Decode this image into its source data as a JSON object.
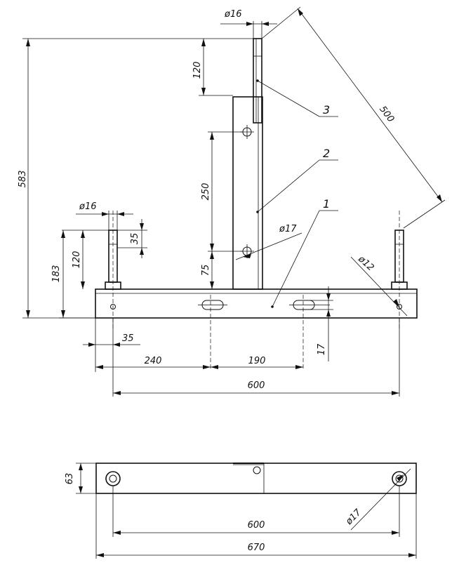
{
  "dimensions": {
    "d16_top": "ø16",
    "h120_top": "120",
    "h583": "583",
    "len500": "500",
    "h250": "250",
    "h75": "75",
    "d17_mid": "ø17",
    "d16_left": "ø16",
    "h35_left": "35",
    "h120_left": "120",
    "h183": "183",
    "d12": "ø12",
    "w35": "35",
    "w240": "240",
    "w190": "190",
    "h17": "17",
    "w600_front": "600",
    "h63": "63",
    "w600_plan": "600",
    "w670": "670",
    "d17_plan": "ø17"
  },
  "leaders": {
    "part1": "1",
    "part2": "2",
    "part3": "3"
  }
}
